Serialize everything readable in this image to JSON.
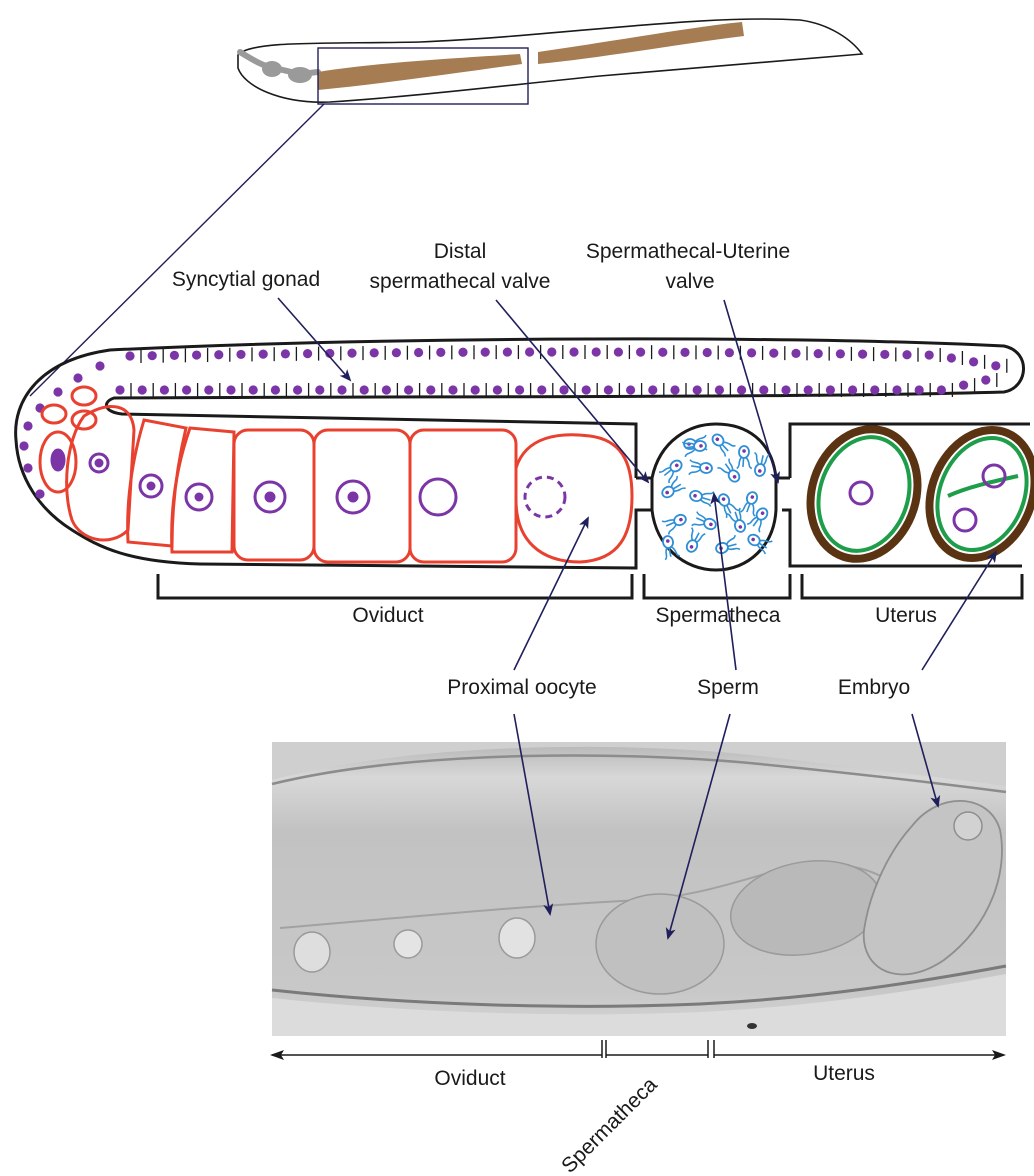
{
  "labels": {
    "syncytial_gonad": "Syncytial gonad",
    "distal_valve_line1": "Distal",
    "distal_valve_line2": "spermathecal valve",
    "su_valve_line1": "Spermathecal-Uterine",
    "su_valve_line2": "valve",
    "oviduct": "Oviduct",
    "spermatheca": "Spermatheca",
    "uterus": "Uterus",
    "proximal_oocyte": "Proximal oocyte",
    "sperm": "Sperm",
    "embryo": "Embryo",
    "photo_oviduct": "Oviduct",
    "photo_spermatheca": "Spermatheca",
    "photo_uterus": "Uterus"
  },
  "colors": {
    "worm_gonad": "#a67c52",
    "outline": "#1a1a1a",
    "nuclei": "#7b35a6",
    "oocyte_outline": "#e8412f",
    "sperm": "#2f8fd6",
    "embryo_shell": "#5a3312",
    "embryo_membrane": "#1e9e4a",
    "arrows": "#1f1f5c",
    "photo_gray": "#c9c9c9"
  }
}
